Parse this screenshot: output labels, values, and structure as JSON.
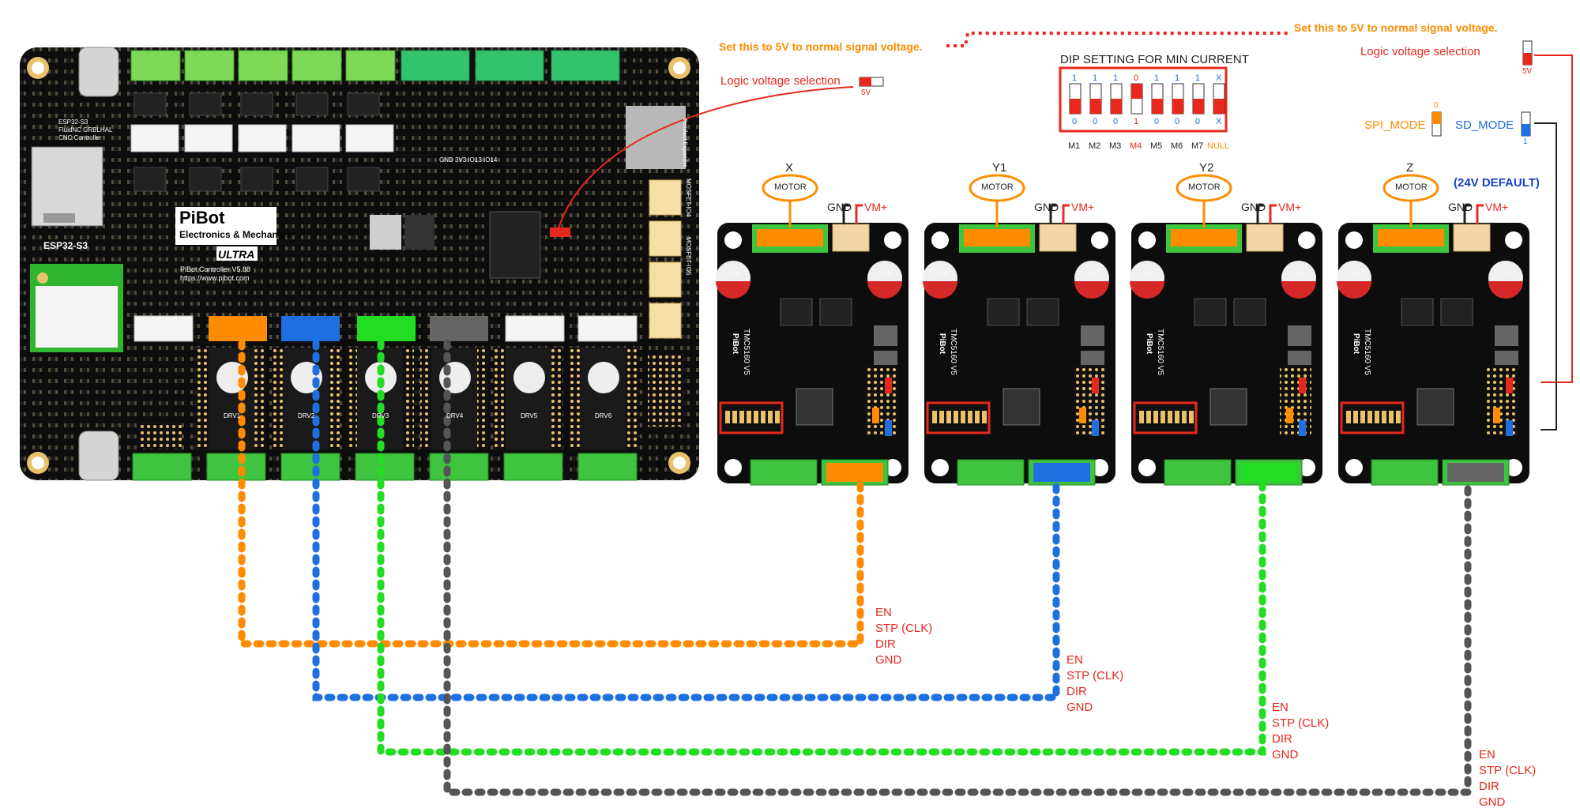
{
  "board": {
    "brand": "PiBot",
    "subtitle": "Electronics & Mechanics",
    "tag": "ULTRA",
    "module": "ESP32-S3",
    "module_top": "ESP32-S3",
    "firmware": "FluidNC GRBLHAL",
    "controller": "CNC Controller",
    "version": "PiBot Controller V5.88",
    "url": "https://www.pibot.com",
    "header_pins": "GND 3V3 IO13 IO14",
    "pendant": "Pendant Expander",
    "driver_slots": [
      "DRV1",
      "DRV2",
      "DRV3",
      "DRV4",
      "DRV5",
      "DRV6"
    ],
    "mosfet_labels": [
      "MOSFET-IO4",
      "MOSFET-IO5"
    ]
  },
  "annotations": {
    "set5v_left": "Set this to 5V to normal signal voltage.",
    "set5v_right": "Set this to 5V to normal signal voltage.",
    "logic_left": "Logic voltage selection",
    "logic_left_value": "5V",
    "logic_right": "Logic voltage selection",
    "logic_right_value": "5V",
    "spi_mode": "SPI_MODE",
    "spi_value": "0",
    "sd_mode": "SD_MODE",
    "sd_value": "1",
    "default_voltage": "(24V DEFAULT)"
  },
  "dip": {
    "title": "DIP SETTING FOR MIN CURRENT",
    "top_values": [
      "1",
      "1",
      "1",
      "0",
      "1",
      "1",
      "1",
      "X"
    ],
    "bottom_values": [
      "0",
      "0",
      "0",
      "1",
      "0",
      "0",
      "0",
      "X"
    ],
    "switch_labels": [
      "M1",
      "M2",
      "M3",
      "M4",
      "M5",
      "M6",
      "M7",
      "NULL"
    ],
    "on_index": 3
  },
  "drivers": [
    {
      "axis": "X",
      "color": "#ff8c00"
    },
    {
      "axis": "Y1",
      "color": "#1e6fe0"
    },
    {
      "axis": "Y2",
      "color": "#22dd22"
    },
    {
      "axis": "Z",
      "color": "#666666"
    }
  ],
  "driver_common": {
    "motor": "MOTOR",
    "gnd": "GND",
    "vm": "VM+",
    "chip": "TMC5160 V5",
    "brand": "PiBot",
    "cap": "YCK"
  },
  "signals": {
    "x": [
      "EN",
      "STP (CLK)",
      "DIR",
      "GND"
    ],
    "y1": [
      "EN",
      "STP (CLK)",
      "DIR",
      "GND"
    ],
    "y2": [
      "EN",
      "STP (CLK)",
      "DIR",
      "GND"
    ],
    "z": [
      "EN",
      "STP (CLK)",
      "DIR",
      "GND"
    ]
  },
  "colors": {
    "board": "#0d0d0d",
    "terminal_green": "#3ec43e",
    "jst_white": "#f5f5f5",
    "x": "#ff8c00",
    "y1": "#1e6fe0",
    "y2": "#22dd22",
    "z": "#666666",
    "annotation_red": "#e8281c"
  }
}
